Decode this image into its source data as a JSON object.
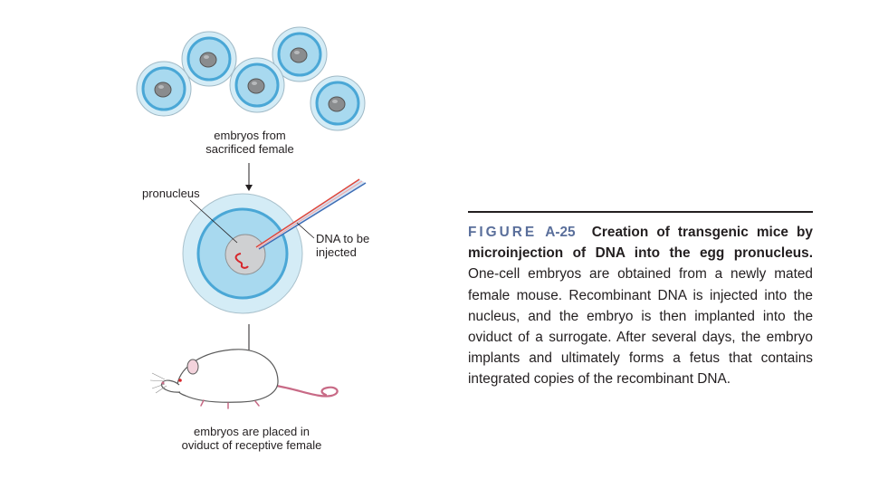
{
  "diagram": {
    "labels": {
      "embryos_from": [
        "embryos from",
        "sacrificed female"
      ],
      "pronucleus": "pronucleus",
      "dna": [
        "DNA to be",
        "injected"
      ],
      "placed": [
        "embryos are placed in",
        "oviduct of receptive female"
      ]
    },
    "icons": [
      "embryo-cluster",
      "micropipette",
      "dna-strand",
      "mouse",
      "arrow"
    ]
  },
  "caption": {
    "figure_label": "FIGURE",
    "figure_number": "A-25",
    "title": "Creation of transgenic mice by microinjection of DNA into the egg pronucleus.",
    "body": "One-cell embryos are obtained from a newly mated female mouse. Recombinant DNA is injected into the nucleus, and the embryo is then implanted into the oviduct of a surrogate. After several days, the embryo implants and ultimately forms a fetus that contains integrated copies of the recombinant DNA."
  },
  "colors": {
    "zona": "#d4ecf6",
    "cytoplasm_ring": "#5fb6de",
    "cytoplasm": "#a8d9ef",
    "nucleus": "#cfd0d2",
    "nucleolus": "#8a8c8e",
    "dna": "#d7262b",
    "pipette_red": "#e0463a",
    "pipette_blue": "#3d6db5",
    "mouse_tail": "#c86a86",
    "caption_accent": "#5a6f9b"
  }
}
